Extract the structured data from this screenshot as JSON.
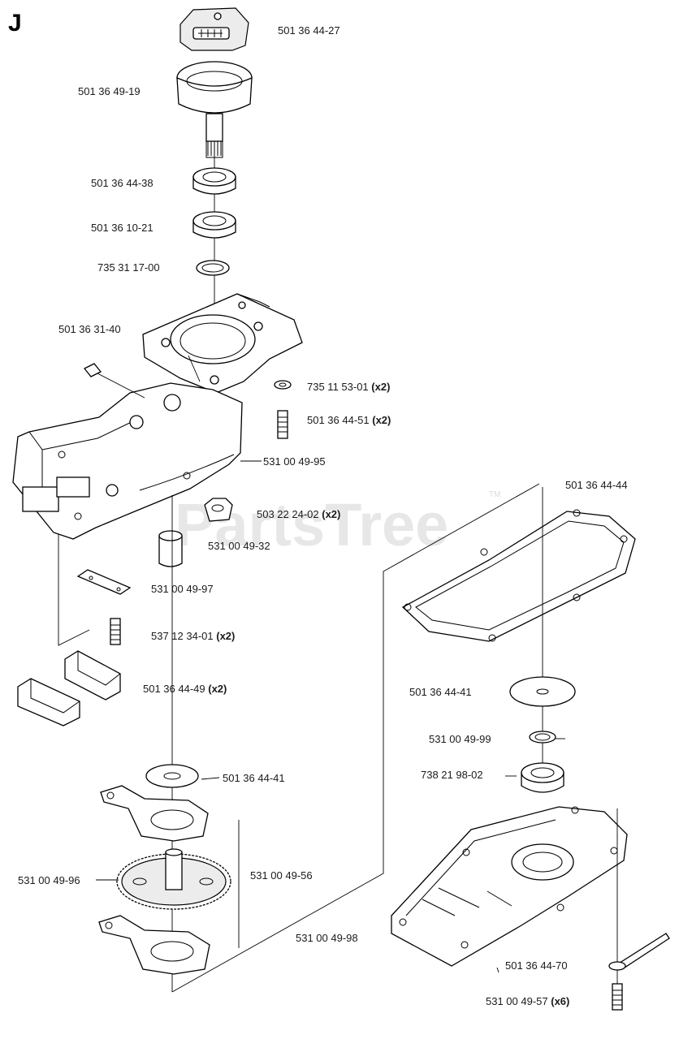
{
  "section_letter": "J",
  "watermark": "PartsTree",
  "watermark_tm": "TM",
  "parts": [
    {
      "number": "501 36 44-27",
      "qty": ""
    },
    {
      "number": "501 36 49-19",
      "qty": ""
    },
    {
      "number": "501 36 44-38",
      "qty": ""
    },
    {
      "number": "501 36 10-21",
      "qty": ""
    },
    {
      "number": "735 31 17-00",
      "qty": ""
    },
    {
      "number": "501 36 31-40",
      "qty": ""
    },
    {
      "number": "735 11 53-01",
      "qty": "(x2)"
    },
    {
      "number": "501 36 44-51",
      "qty": "(x2)"
    },
    {
      "number": "531 00 49-95",
      "qty": ""
    },
    {
      "number": "503 22 24-02",
      "qty": "(x2)"
    },
    {
      "number": "531 00 49-32",
      "qty": ""
    },
    {
      "number": "531 00 49-97",
      "qty": ""
    },
    {
      "number": "537 12 34-01",
      "qty": "(x2)"
    },
    {
      "number": "501 36 44-49",
      "qty": "(x2)"
    },
    {
      "number": "501 36 44-41",
      "qty": ""
    },
    {
      "number": "531 00 49-96",
      "qty": ""
    },
    {
      "number": "531 00 49-56",
      "qty": ""
    },
    {
      "number": "531 00 49-98",
      "qty": ""
    },
    {
      "number": "501 36 44-44",
      "qty": ""
    },
    {
      "number": "501 36 44-41",
      "qty": ""
    },
    {
      "number": "531 00 49-99",
      "qty": ""
    },
    {
      "number": "738 21 98-02",
      "qty": ""
    },
    {
      "number": "501 36 44-70",
      "qty": ""
    },
    {
      "number": "531 00 49-57",
      "qty": "(x6)"
    }
  ]
}
